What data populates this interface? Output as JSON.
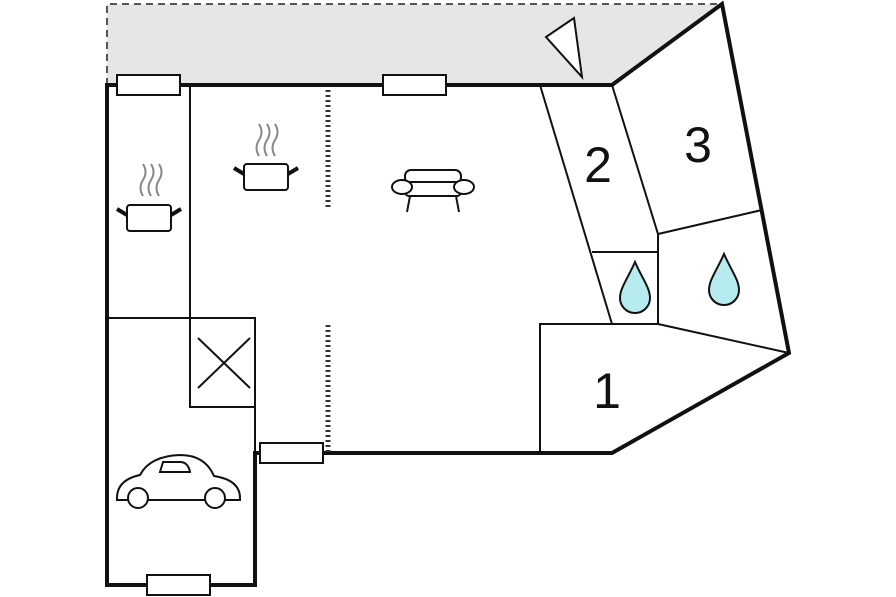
{
  "floor_plan": {
    "rooms": [
      {
        "label": "1",
        "type": "bedroom"
      },
      {
        "label": "2",
        "type": "bedroom"
      },
      {
        "label": "3",
        "type": "bedroom"
      }
    ],
    "icons": {
      "kitchen_pot": "cooking-pot-icon",
      "sofa": "sofa-icon",
      "water_drop": "water-drop-icon",
      "car": "car-icon",
      "north_arrow": "north-arrow-icon",
      "stairs": "stairwell-cross-icon"
    },
    "colors": {
      "wall": "#111111",
      "terrace": "#e6e6e6",
      "water": "#b6ecf0"
    }
  }
}
